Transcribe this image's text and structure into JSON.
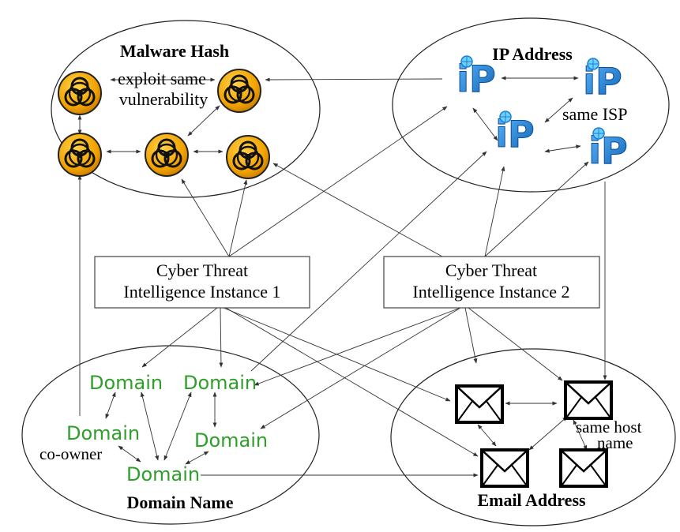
{
  "groups": {
    "malware": "Malware Hash",
    "ip": "IP Address",
    "domain": "Domain Name",
    "email": "Email Address"
  },
  "instances": {
    "one": {
      "line1": "Cyber Threat",
      "line2": "Intelligence Instance 1"
    },
    "two": {
      "line1": "Cyber Threat",
      "line2": "Intelligence Instance 2"
    }
  },
  "relations": {
    "exploit_line1": "exploit same",
    "exploit_line2": "vulnerability",
    "same_isp": "same ISP",
    "same_host_line1": "same host",
    "same_host_line2": "name",
    "co_owner": "co-owner"
  },
  "nodes": {
    "ip_text": "iP",
    "domain_text": "Domain"
  },
  "colors": {
    "domain_green": "#2ea02a",
    "ip_blue": "#1a7fd0",
    "hazard_orange": "#f2a200"
  },
  "icons": {
    "malware": "biohazard-icon",
    "ip": "ip-address-icon",
    "email": "envelope-icon"
  }
}
